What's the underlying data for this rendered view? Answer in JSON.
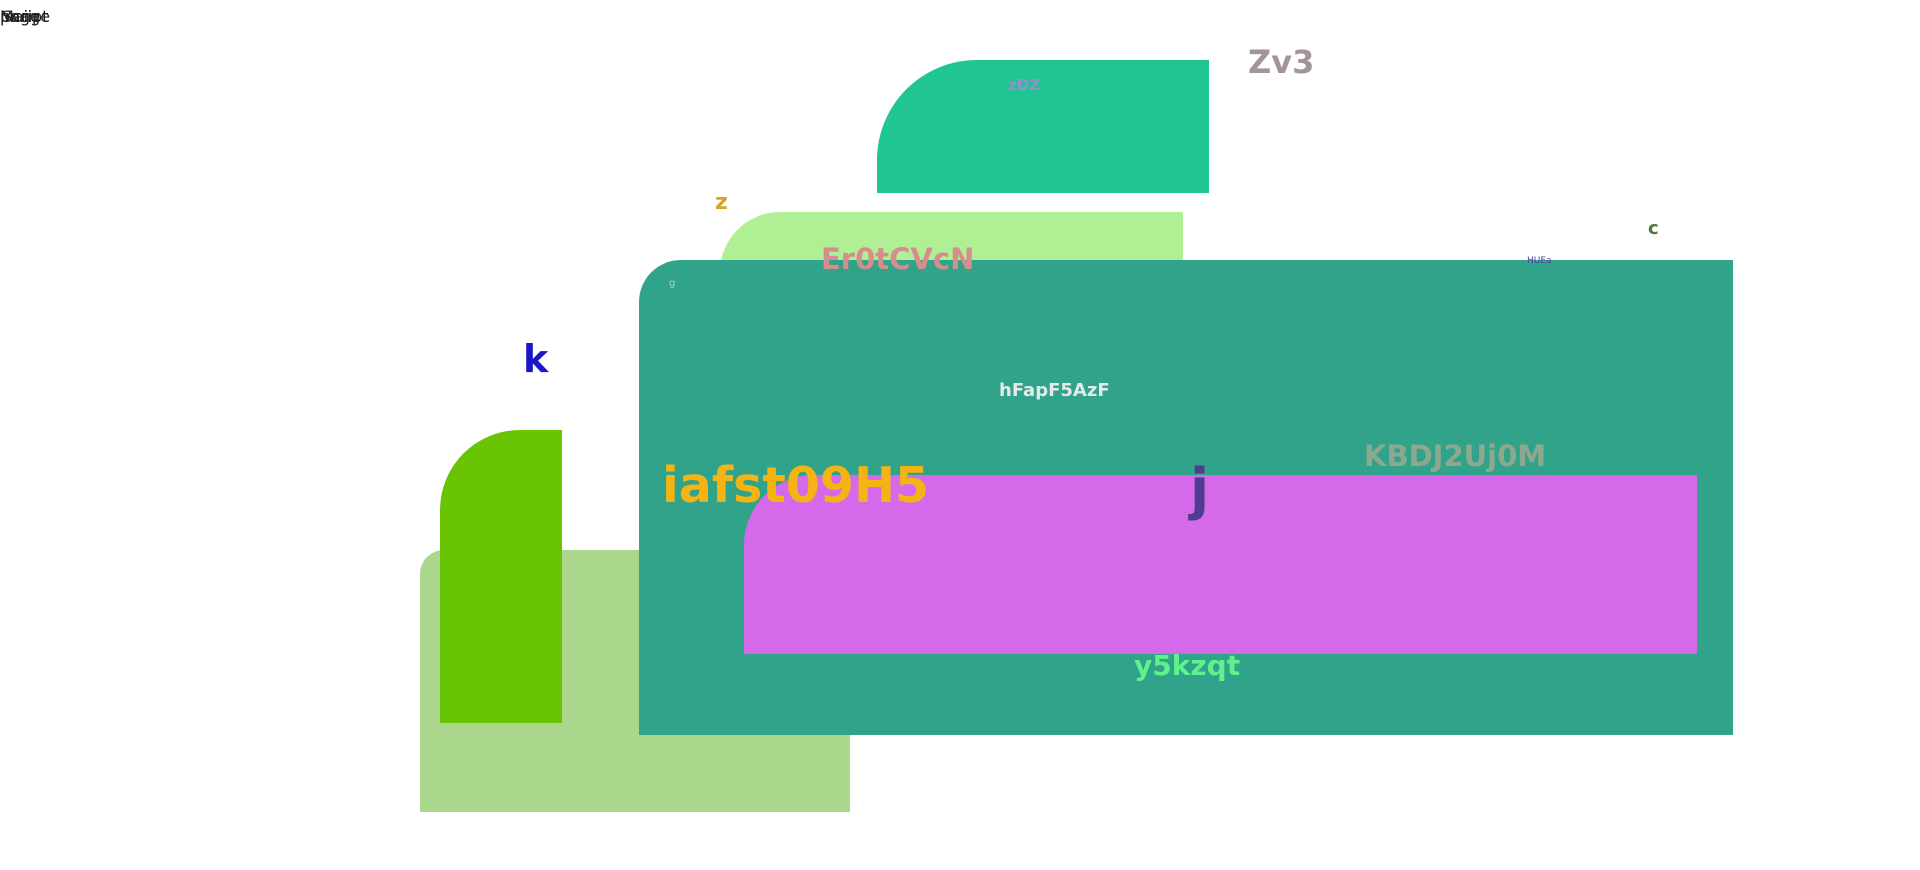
{
  "corner_labels": [
    "page",
    "Script",
    "Main",
    "Image"
  ],
  "labels": {
    "zv3": "Zv3",
    "zdz": "zDZ",
    "z": "z",
    "c": "c",
    "er0": "Er0tCVcN",
    "g": "g",
    "hufa": "HUEa",
    "k": "k",
    "hfap": "hFapF5AzF",
    "kbdj": "KBDJ2Uj0M",
    "iafst": "iafst09H5",
    "j": "j",
    "y5": "y5kzqt"
  },
  "colors": {
    "teal_top": "#20c692",
    "light_green_bar": "#b1ef95",
    "teal_main": "#31a38b",
    "pale_green": "#abd78c",
    "green_pill": "#69c403",
    "magenta": "#d46ae9",
    "label_zv3": "#a29497",
    "label_zdz": "#9c8cd0",
    "label_z": "#d2a52a",
    "label_c": "#4f7a3a",
    "label_er0": "#d58e8e",
    "label_g": "#c6c6c6",
    "label_hufa": "#5a35a3",
    "label_k": "#1b17c9",
    "label_hfap": "#e4ebe7",
    "label_kbdj": "#8ea88f",
    "label_iafst": "#f6b314",
    "label_j": "#4f3b8f",
    "label_y5": "#5ff18d"
  }
}
